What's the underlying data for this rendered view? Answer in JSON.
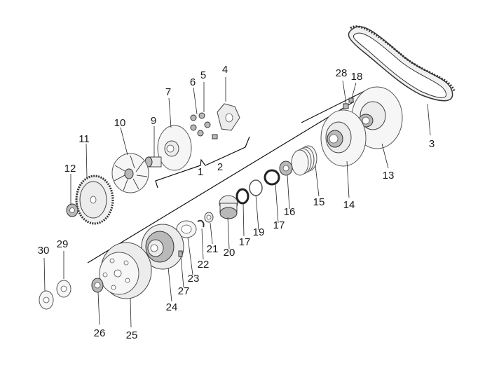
{
  "callouts": {
    "c1": "1",
    "c2": "2",
    "c3": "3",
    "c4": "4",
    "c5": "5",
    "c6": "6",
    "c7": "7",
    "c9": "9",
    "c10": "10",
    "c11": "11",
    "c12": "12",
    "c13": "13",
    "c14": "14",
    "c15": "15",
    "c16": "16",
    "c17a": "17",
    "c17b": "17",
    "c18": "18",
    "c19": "19",
    "c20": "20",
    "c21": "21",
    "c22": "22",
    "c23": "23",
    "c24": "24",
    "c25": "25",
    "c26": "26",
    "c27": "27",
    "c28": "28",
    "c29": "29",
    "c30": "30"
  }
}
